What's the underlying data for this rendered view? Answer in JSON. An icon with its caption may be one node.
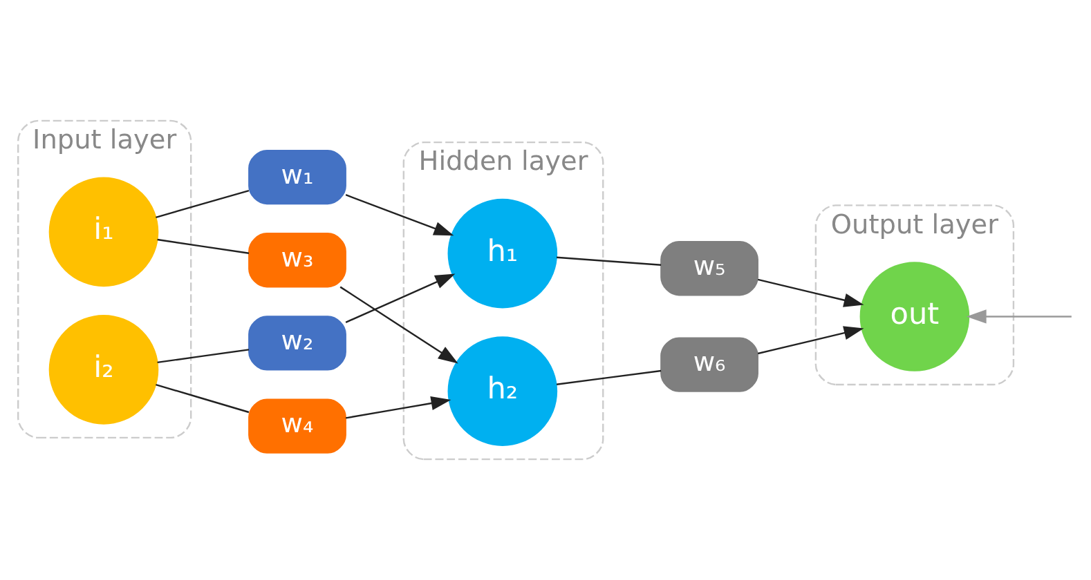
{
  "diagram": {
    "nodes": [
      {
        "text": [
          "Input layer"
        ]
      },
      {
        "text": [
          "i₁"
        ],
        "in": 0
      },
      {
        "text": [
          "i₂"
        ],
        "in": 0
      },
      {
        "text": [
          "w₁"
        ]
      },
      {
        "text": [
          "w₂"
        ]
      },
      {
        "text": [
          "w₃"
        ]
      },
      {
        "text": [
          "w₄"
        ]
      },
      {
        "text": [
          "Hidden layer"
        ]
      },
      {
        "text": [
          "h₁"
        ],
        "in": 7
      },
      {
        "text": [
          "h₂"
        ],
        "in": 7
      },
      {
        "text": [
          "w₅"
        ]
      },
      {
        "text": [
          "w₆"
        ]
      },
      {
        "text": [
          "Output layer"
        ]
      },
      {
        "text": [
          "out"
        ],
        "in": 12
      }
    ],
    "edges": [
      {
        "from": 1,
        "to": 3,
        "arrow": "none"
      },
      {
        "from": 3,
        "to": 8,
        "arrow": "to"
      },
      {
        "from": 1,
        "to": 5,
        "arrow": "none"
      },
      {
        "from": 5,
        "to": 9,
        "arrow": "to"
      },
      {
        "from": 2,
        "to": 4,
        "arrow": "none"
      },
      {
        "from": 4,
        "to": 8,
        "arrow": "to"
      },
      {
        "from": 2,
        "to": 6,
        "arrow": "none"
      },
      {
        "from": 6,
        "to": 9,
        "arrow": "to"
      },
      {
        "from": 8,
        "to": 10,
        "arrow": "none"
      },
      {
        "from": 10,
        "to": 13,
        "arrow": "to"
      },
      {
        "from": 9,
        "to": 11,
        "arrow": "none"
      },
      {
        "from": 11,
        "to": 13,
        "arrow": "to"
      },
      {
        "from": null,
        "to": 13,
        "arrow": "to",
        "color": "#999999"
      }
    ]
  }
}
